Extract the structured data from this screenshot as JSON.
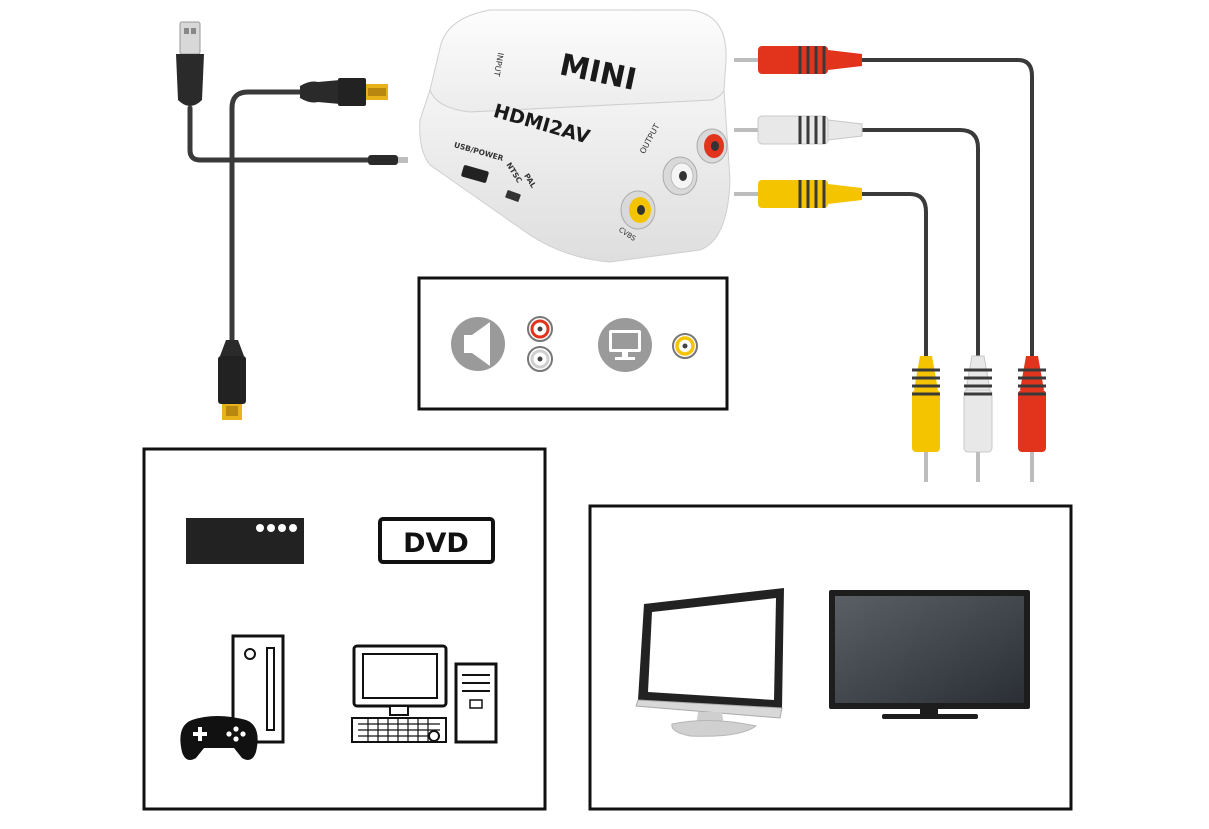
{
  "device": {
    "brand_label": "MINI",
    "model_label": "HDMI2AV",
    "input_label": "INPUT",
    "output_label": "OUTPUT",
    "usb_label": "USB/POWER",
    "ntsc_label": "NTSC",
    "pal_label": "PAL",
    "cvbs_label": "CVBS"
  },
  "sources": {
    "dvd_label": "DVD"
  },
  "colors": {
    "rca_red": "#e2341d",
    "rca_white": "#e8e8e8",
    "rca_yellow": "#f5c400",
    "cable": "#3a3a3a",
    "gold": "#e8b21b",
    "frame": "#111111",
    "icon_gray": "#9a9a9a"
  },
  "icons": [
    "usb-plug-icon",
    "hdmi-plug-icon",
    "speaker-icon",
    "monitor-icon",
    "set-top-box-icon",
    "dvd-icon",
    "game-console-icon",
    "gamepad-icon",
    "desktop-computer-icon",
    "lcd-monitor-icon",
    "flat-tv-icon"
  ]
}
